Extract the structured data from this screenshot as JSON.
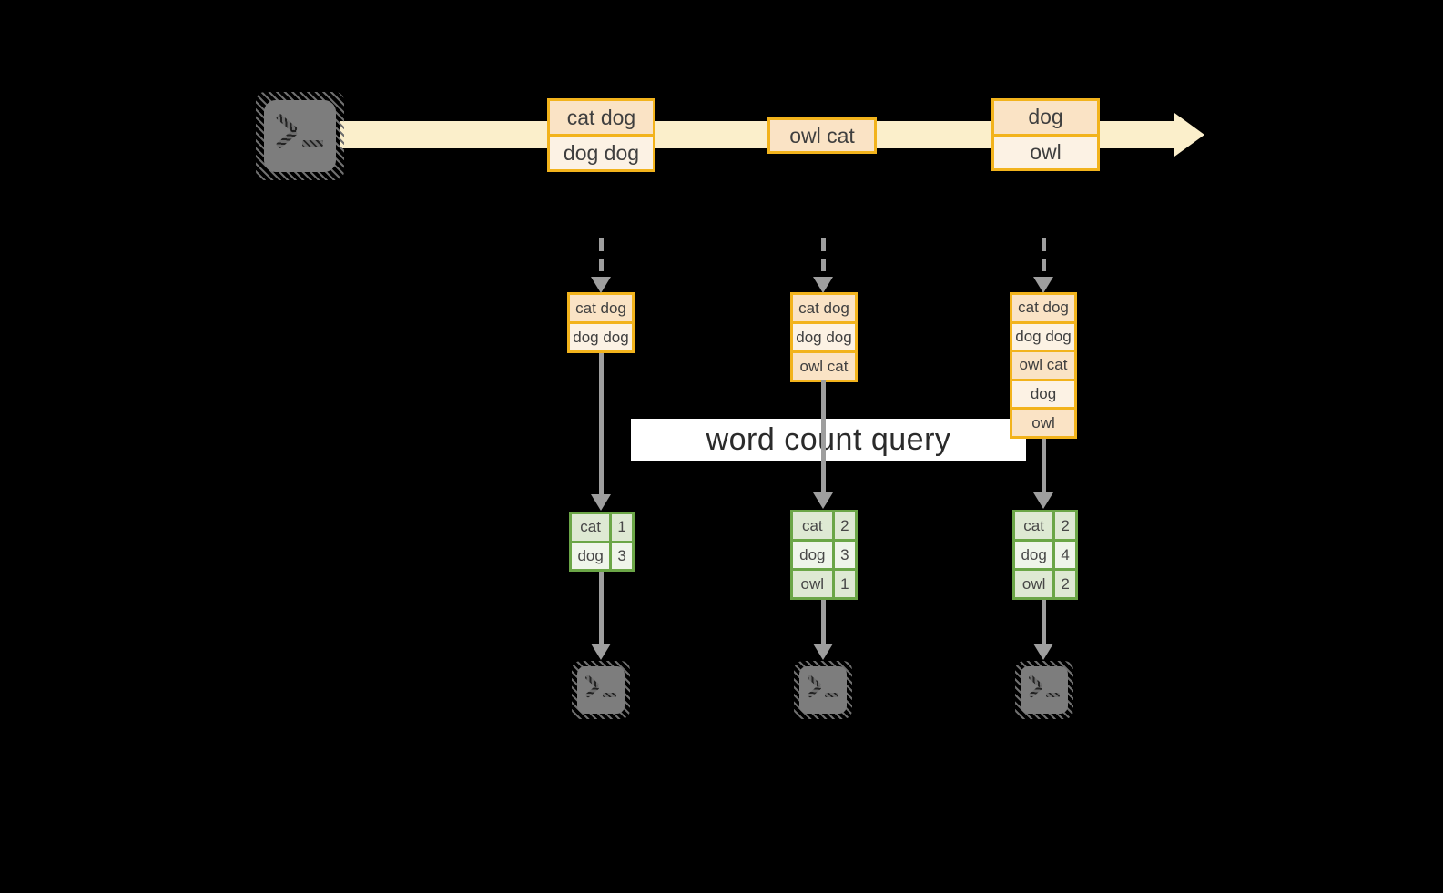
{
  "diagram": {
    "label": {
      "text": "word count query"
    },
    "source": {
      "icon": "terminal-icon"
    },
    "stream_events": [
      {
        "lines": [
          "cat dog",
          "dog dog"
        ]
      },
      {
        "lines": [
          "owl cat"
        ]
      },
      {
        "lines": [
          "dog",
          "owl"
        ]
      }
    ],
    "workers": [
      {
        "buffer": [
          "cat dog",
          "dog dog"
        ],
        "counts": [
          [
            "cat",
            "1"
          ],
          [
            "dog",
            "3"
          ]
        ],
        "sink_icon": "terminal-icon"
      },
      {
        "buffer": [
          "cat dog",
          "dog dog",
          "owl cat"
        ],
        "counts": [
          [
            "cat",
            "2"
          ],
          [
            "dog",
            "3"
          ],
          [
            "owl",
            "1"
          ]
        ],
        "sink_icon": "terminal-icon"
      },
      {
        "buffer": [
          "cat dog",
          "dog dog",
          "owl cat",
          "dog",
          "owl"
        ],
        "counts": [
          [
            "cat",
            "2"
          ],
          [
            "dog",
            "4"
          ],
          [
            "owl",
            "2"
          ]
        ],
        "sink_icon": "terminal-icon"
      }
    ],
    "colors": {
      "background": "#000000",
      "stream_band": "#FBEFCB",
      "event_border": "#F2B31C",
      "event_fill_dark": "#FAE3C5",
      "event_fill_light": "#FCF2E4",
      "table_border": "#6BA647",
      "table_fill_dark": "#DEE9D3",
      "table_fill_light": "#EFF5EA",
      "arrow_gray": "#9E9E9E",
      "terminal_gray": "#7D7D7D",
      "label_background": "#FFFFFF",
      "text": "#3F3F3F"
    }
  }
}
